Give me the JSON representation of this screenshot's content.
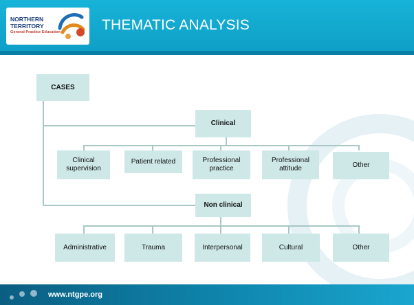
{
  "header": {
    "logo_line1": "NORTHERN",
    "logo_line2": "TERRITORY",
    "logo_line3": "General Practice Education",
    "title": "THEMATIC ANALYSIS"
  },
  "diagram": {
    "root": "CASES",
    "clinical": "Clinical",
    "clinical_items": [
      "Clinical supervision",
      "Patient related",
      "Professional practice",
      "Professional attitude",
      "Other"
    ],
    "non_clinical": "Non clinical",
    "non_clinical_items": [
      "Administrative",
      "Trauma",
      "Interpersonal",
      "Cultural",
      "Other"
    ]
  },
  "footer": {
    "url": "www.ntgpe.org"
  },
  "colors": {
    "header": "#17b3d8",
    "box_fill": "#cde8e7",
    "connector": "#a8c7c6",
    "footer": "#0b5e82"
  }
}
